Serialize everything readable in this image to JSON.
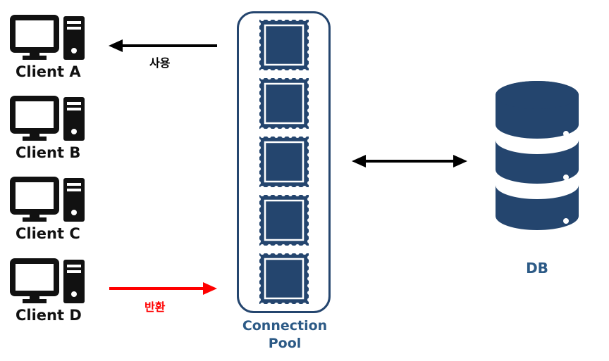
{
  "clients": [
    {
      "label": "Client A"
    },
    {
      "label": "Client B"
    },
    {
      "label": "Client C"
    },
    {
      "label": "Client D"
    }
  ],
  "arrows": {
    "use_label": "사용",
    "return_label": "반환",
    "return_color": "#ff0000",
    "default_color": "#000000"
  },
  "pool": {
    "label_line1": "Connection",
    "label_line2": "Pool",
    "slot_count": 5,
    "color": "#24456e"
  },
  "db": {
    "label": "DB",
    "color": "#24456e",
    "icon": "database-icon"
  },
  "client_icon": "desktop-computer-icon"
}
